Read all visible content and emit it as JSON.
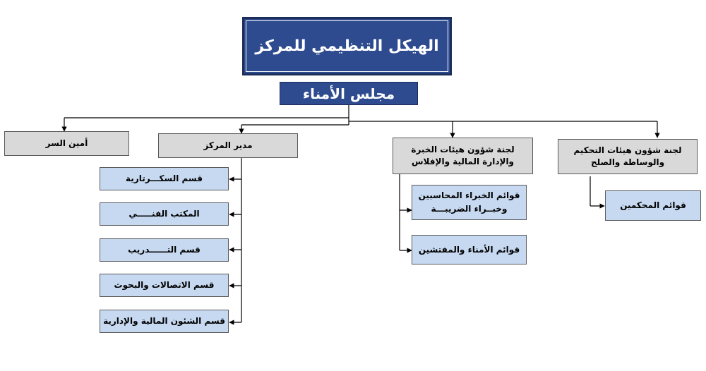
{
  "title": "الهيكل التنظيمي للمركز",
  "council": "مجلس الأمناء",
  "secretary": "أمين السر",
  "director": {
    "label": "مدير المركز",
    "departments": [
      "قسم السكـــرتارية",
      "المكتب الفنـــــي",
      "قسم التــــــدريب",
      "قسم الاتصالات والبحوث",
      "قسم الشئون المالية والإدارية"
    ]
  },
  "experts_committee": {
    "line1": "لجنة شؤون هيئات الخبرة",
    "line2": "والإدارة المالية والإفلاس",
    "lists": [
      {
        "line1": "قوائم الخبراء المحاسبين",
        "line2": "وخبــراء الضريبـــة"
      },
      {
        "line1": "قوائم الأمناء والمفتشين",
        "line2": ""
      }
    ]
  },
  "arbitration_committee": {
    "line1": "لجنة شؤون هيئات التحكيم",
    "line2": "والوساطة والصلح",
    "lists": [
      {
        "line1": "قوائم المحكمين"
      }
    ]
  }
}
